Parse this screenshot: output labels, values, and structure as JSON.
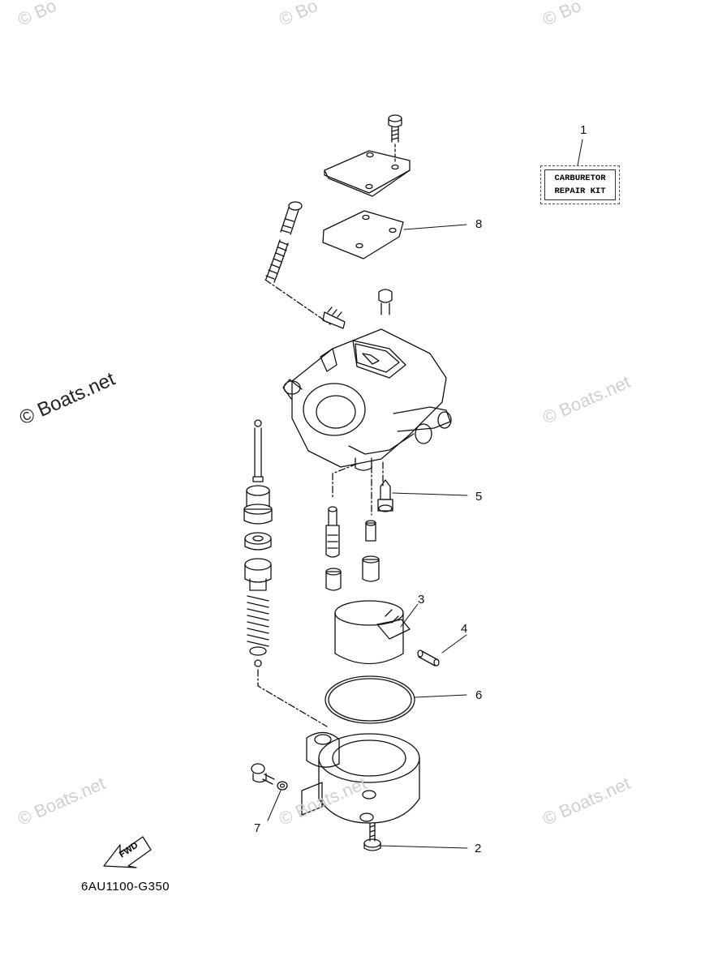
{
  "watermarks": {
    "text": "© Boats.net",
    "main_text": "© Boats.net",
    "top_left": "© Bo",
    "top_mid": "© Bo",
    "top_right": "© Bo"
  },
  "kit": {
    "line1": "CARBURETOR",
    "line2": "REPAIR KIT"
  },
  "callouts": [
    "1",
    "2",
    "3",
    "4",
    "5",
    "6",
    "7",
    "8"
  ],
  "fwd_label": "FWD",
  "drawing_code": "6AU1100-G350"
}
